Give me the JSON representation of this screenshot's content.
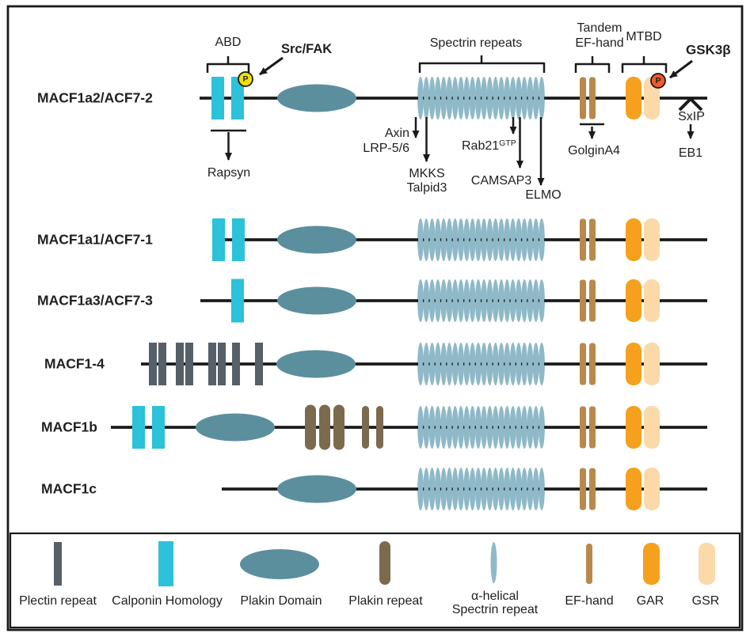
{
  "rows": [
    {
      "label": "MACF1a2/ACF7-2"
    },
    {
      "label": "MACF1a1/ACF7-1"
    },
    {
      "label": "MACF1a3/ACF7-3"
    },
    {
      "label": "MACF1-4"
    },
    {
      "label": "MACF1b"
    },
    {
      "label": "MACF1c"
    }
  ],
  "annotations": {
    "abd": "ABD",
    "src_fak": "Src/FAK",
    "spectrin_repeats": "Spectrin repeats",
    "tandem_line1": "Tandem",
    "tandem_line2": "EF-hand",
    "mtbd": "MTBD",
    "gsk3b": "GSK3β",
    "phospho": "P",
    "rapsyn": "Rapsyn",
    "axin": "Axin",
    "lrp56": "LRP-5/6",
    "mkks": "MKKS",
    "talpid3": "Talpid3",
    "rab21": "Rab21",
    "rab21_sup": "GTP",
    "camsap3": "CAMSAP3",
    "elmo": "ELMO",
    "golgina4": "GolginA4",
    "sxip": "SxIP",
    "eb1": "EB1"
  },
  "legend": {
    "plectin": "Plectin repeat",
    "calponin": "Calponin Homology",
    "plakin_domain": "Plakin Domain",
    "plakin_repeat": "Plakin repeat",
    "spectrin_line1": "α-helical",
    "spectrin_line2": "Spectrin repeat",
    "ef_hand": "EF-hand",
    "gar": "GAR",
    "gsr": "GSR"
  },
  "colors": {
    "line": "#1a1a1a",
    "plectin": "#556068",
    "calponin": "#2bc2da",
    "plakin_domain": "#5b8f9e",
    "plakin_repeat": "#7b6a4e",
    "spectrin": "#8fb9c8",
    "ef_hand": "#b8894b",
    "gar": "#f5a11e",
    "gsr": "#fbd9a9",
    "phospho_yellow": "#f6df00",
    "phospho_orange": "#f15a29"
  }
}
